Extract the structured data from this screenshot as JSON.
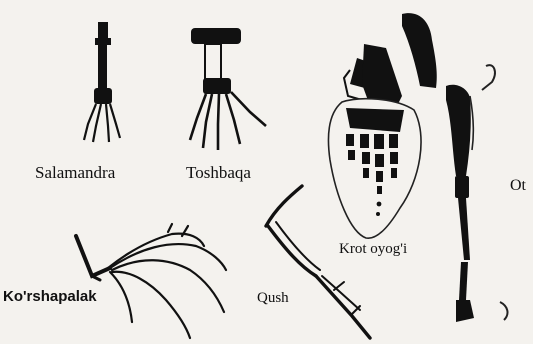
{
  "labels": {
    "salamandra": "Salamandra",
    "toshbaqa": "Toshbaqa",
    "ot": "Ot",
    "krot": "Krot oyog'i",
    "korshapalak": "Ko'rshapalak",
    "qush": "Qush"
  },
  "colors": {
    "background": "#f4f2ee",
    "bone": "#111111",
    "outline": "#222222"
  }
}
